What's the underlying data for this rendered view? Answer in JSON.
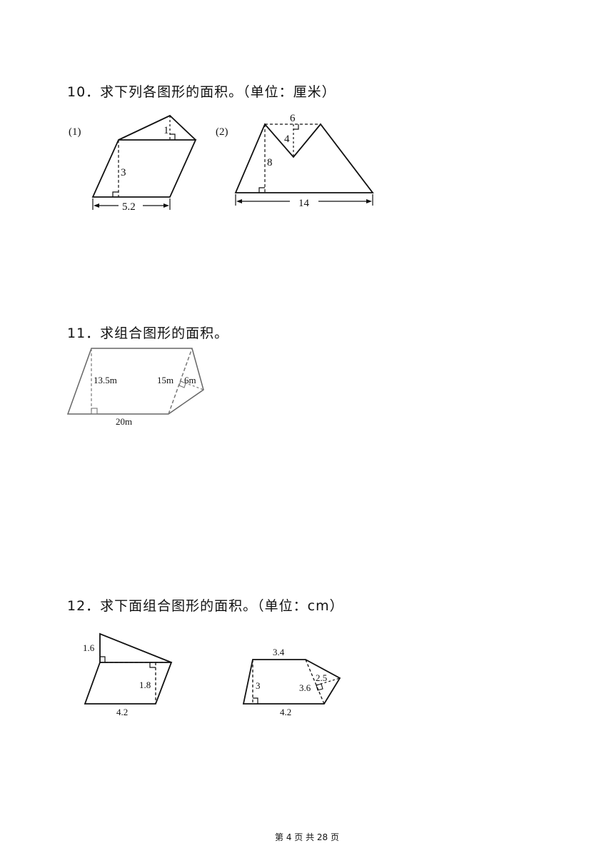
{
  "questions": [
    {
      "title": "10．求下列各图形的面积。（单位：厘米）",
      "fig1": {
        "tag": "(1)",
        "h_small": "1",
        "h_main": "3",
        "base": "5.2"
      },
      "fig2": {
        "tag": "(2)",
        "top": "6",
        "h_small": "4",
        "h_main": "8",
        "base": "14"
      }
    },
    {
      "title": "11．求组合图形的面积。",
      "fig": {
        "height": "13.5m",
        "diag": "15m",
        "h_tri": "6m",
        "base": "20m"
      }
    },
    {
      "title": "12．求下面组合图形的面积。（单位：cm）",
      "fig1": {
        "h_tri": "1.6",
        "h_para": "1.8",
        "base": "4.2"
      },
      "fig2": {
        "top": "3.4",
        "h_trap": "3",
        "diag": "3.6",
        "h_tri": "2.5",
        "base": "4.2"
      }
    }
  ],
  "footer": "第 4 页 共 28 页"
}
